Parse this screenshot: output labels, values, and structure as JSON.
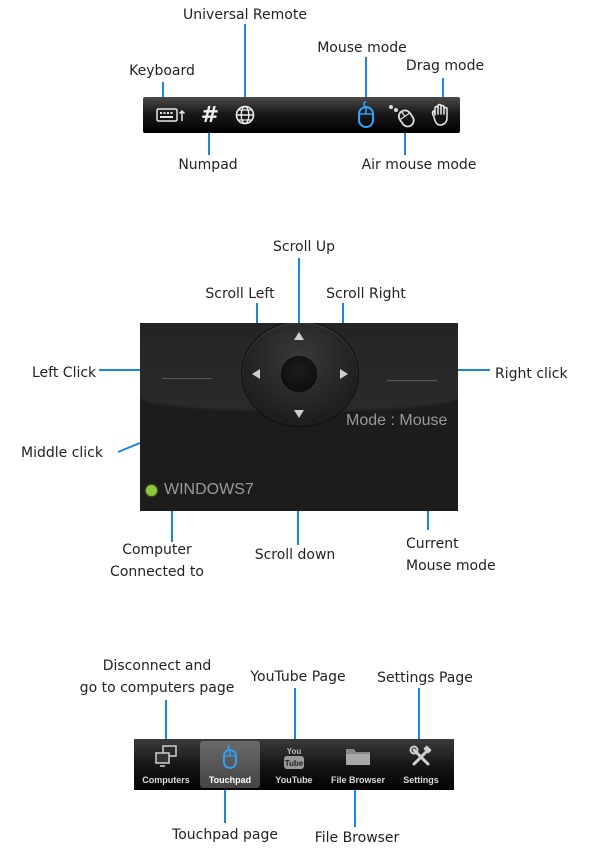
{
  "toolbar": {
    "labels": {
      "universal_remote": "Universal Remote",
      "keyboard": "Keyboard",
      "mouse_mode": "Mouse mode",
      "drag_mode": "Drag mode",
      "numpad": "Numpad",
      "air_mouse_mode": "Air mouse mode"
    },
    "icons": [
      "keyboard-icon",
      "numpad-icon",
      "globe-icon",
      "mouse-icon",
      "air-mouse-icon",
      "hand-icon"
    ],
    "numpad_glyph": "#",
    "active_color": "#2ea6ff"
  },
  "touchpad": {
    "labels": {
      "scroll_up": "Scroll Up",
      "scroll_left": "Scroll Left",
      "scroll_right": "Scroll Right",
      "left_click": "Left Click",
      "right_click": "Right click",
      "middle_click": "Middle click",
      "computer_connected": "Computer\nConnected to",
      "scroll_down": "Scroll down",
      "current_mode": "Current\nMouse mode"
    },
    "mode_text": "Mode : Mouse",
    "computer_name": "WINDOWS7",
    "status_color": "#8ec53a"
  },
  "tabbar": {
    "labels": {
      "disconnect": "Disconnect and\ngo to computers page",
      "youtube_page": "YouTube Page",
      "settings_page": "Settings Page",
      "touchpad_page": "Touchpad page",
      "file_browser": "File Browser"
    },
    "tabs": [
      {
        "label": "Computers",
        "icon": "computers-icon",
        "active": false
      },
      {
        "label": "Touchpad",
        "icon": "mouse-icon",
        "active": true
      },
      {
        "label": "YouTube",
        "icon": "youtube-icon",
        "active": false
      },
      {
        "label": "File Browser",
        "icon": "folder-icon",
        "active": false
      },
      {
        "label": "Settings",
        "icon": "settings-icon",
        "active": false
      }
    ]
  },
  "colors": {
    "callout_line": "#1a86e0"
  }
}
